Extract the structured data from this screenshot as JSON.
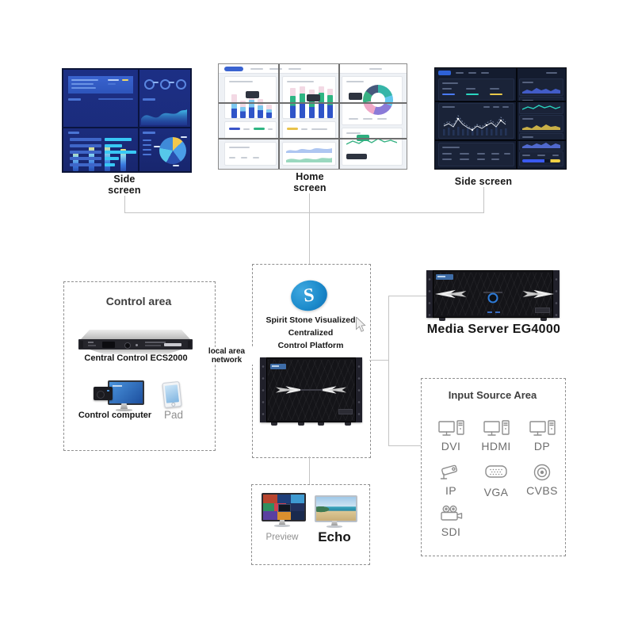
{
  "screens": {
    "left_label": "Side\nscreen",
    "home_label": "Home\nscreen",
    "right_label": "Side screen"
  },
  "control_area": {
    "title": "Control area",
    "server_label": "Central Control ECS2000",
    "computer_label": "Control computer",
    "pad_label": "Pad"
  },
  "network_label": "local area network",
  "platform": {
    "logo_letter": "S",
    "title": "Spirit Stone Visualized Centralized\nControl Platform"
  },
  "media_server_label": "Media Server EG4000",
  "input_area": {
    "title": "Input Source Area",
    "sources": [
      {
        "label": "DVI",
        "icon": "monitor-pc-icon"
      },
      {
        "label": "HDMI",
        "icon": "monitor-pc-icon"
      },
      {
        "label": "DP",
        "icon": "monitor-pc-icon"
      },
      {
        "label": "IP",
        "icon": "cctv-camera-icon"
      },
      {
        "label": "VGA",
        "icon": "vga-connector-icon"
      },
      {
        "label": "CVBS",
        "icon": "rca-connector-icon"
      },
      {
        "label": "SDI",
        "icon": "video-camera-icon"
      }
    ]
  },
  "echo_area": {
    "preview_label": "Preview",
    "echo_label": "Echo"
  },
  "colors": {
    "platform_logo_blue": "#1d8ccc",
    "dashed_border": "#8f8f8f",
    "connector_line": "#c4c4c4"
  }
}
